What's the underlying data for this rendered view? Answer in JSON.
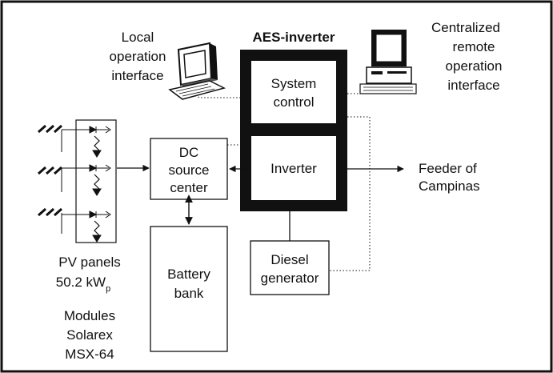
{
  "diagram": {
    "title": "AES-inverter",
    "local_interface": [
      "Local",
      "operation",
      "interface"
    ],
    "remote_interface": [
      "Centralized",
      "remote",
      "operation",
      "interface"
    ],
    "system_control": [
      "System",
      "control"
    ],
    "inverter": "Inverter",
    "dc_source": [
      "DC",
      "source",
      "center"
    ],
    "battery": [
      "Battery",
      "bank"
    ],
    "diesel": [
      "Diesel",
      "generator"
    ],
    "feeder": [
      "Feeder of",
      "Campinas"
    ],
    "pv_panels": "PV panels",
    "pv_power_value": "50.2 kW",
    "pv_power_sub": "p",
    "modules": [
      "Modules",
      "Solarex",
      "MSX-64"
    ]
  }
}
